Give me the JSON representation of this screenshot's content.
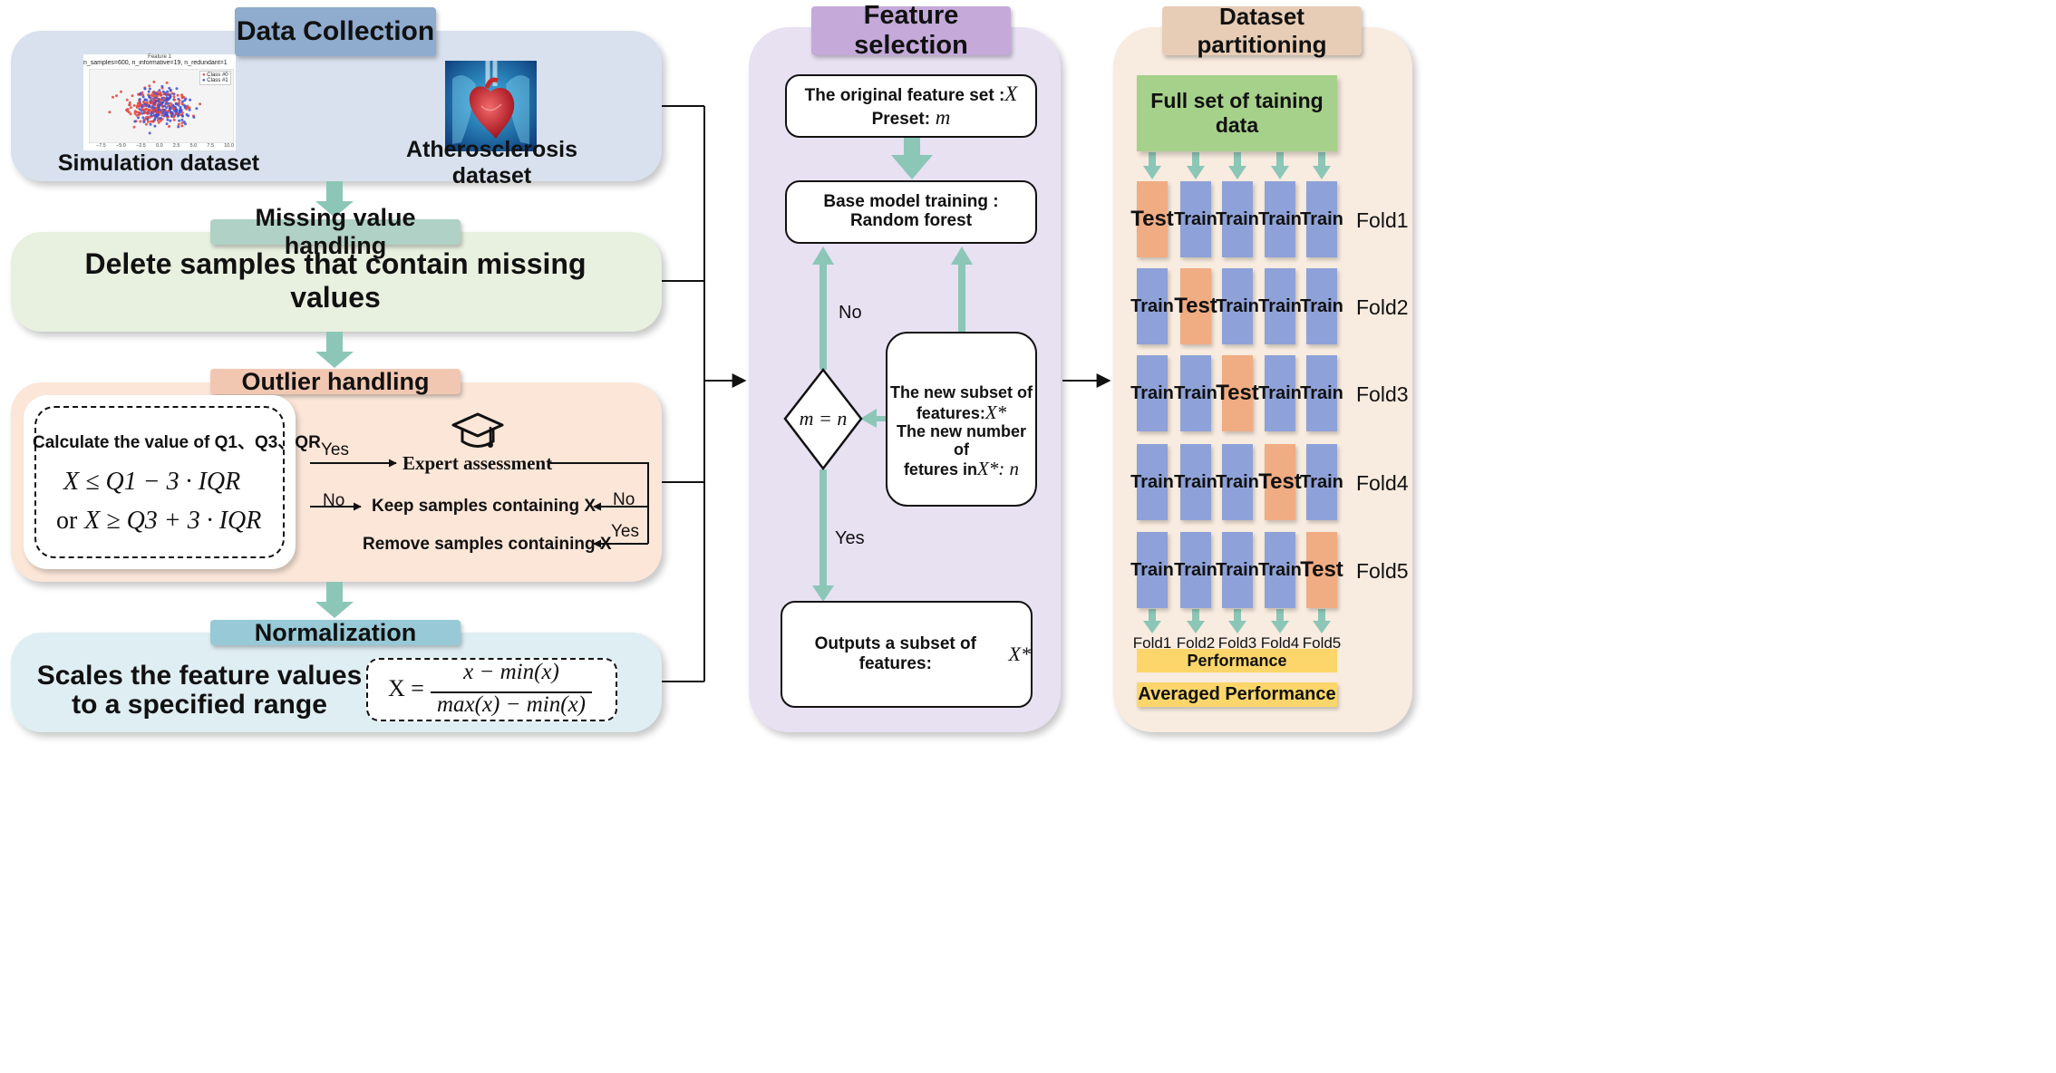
{
  "data_collection": {
    "title": "Data Collection",
    "simulation_label": "Simulation dataset",
    "athero_label": "Atherosclerosis dataset",
    "scatter": {
      "title": "Feature 1",
      "subtitle": "n_samples=600, n_informative=19, n_redundant=1",
      "legend": [
        "Class #0",
        "Class #1"
      ],
      "x_ticks": [
        "−7.5",
        "−5.0",
        "−2.5",
        "0.0",
        "2.5",
        "5.0",
        "7.5",
        "10.0"
      ],
      "colors": {
        "class0": "#e0463d",
        "class1": "#3e4fd6"
      }
    }
  },
  "missing": {
    "title": "Missing value handling",
    "text": "Delete samples that contain missing values"
  },
  "outlier": {
    "title": "Outlier handling",
    "calc_text": "Calculate the value of Q1、Q3、QR",
    "formula1": "X ≤ Q1 − 3 · IQR",
    "formula2_or": "or",
    "formula2": "X ≥ Q3 + 3 · IQR",
    "yes1": "Yes",
    "no1": "No",
    "expert": "Expert assessment",
    "keep": "Keep samples containing X",
    "remove": "Remove samples containing X",
    "no2": "No",
    "yes2": "Yes"
  },
  "normalization": {
    "title": "Normalization",
    "text_line1": "Scales the feature values",
    "text_line2": "to a specified range",
    "lhs": "X =",
    "numerator": "x − min(x)",
    "denominator": "max(x) − min(x)"
  },
  "feature_selection": {
    "title": "Feature selection",
    "original_line1": "The original feature set :",
    "original_var": "X",
    "preset": "Preset:",
    "preset_var": "m",
    "base_line1": "Base model training :",
    "base_line2": "Random forest",
    "diamond": "m = n",
    "no": "No",
    "yes": "Yes",
    "new_line1": "The new subset of",
    "new_line2": "features:",
    "new_var1": "X*",
    "new_line3": "The new number of",
    "new_line4": "fetures in",
    "new_var2": "X*",
    "new_var3": ": n",
    "output": "Outputs a subset of features:",
    "output_var": "X*"
  },
  "partitioning": {
    "title": "Dataset partitioning",
    "full_set": "Full set of taining data",
    "grid": [
      [
        "Test",
        "Train",
        "Train",
        "Train",
        "Train"
      ],
      [
        "Train",
        "Test",
        "Train",
        "Train",
        "Train"
      ],
      [
        "Train",
        "Train",
        "Test",
        "Train",
        "Train"
      ],
      [
        "Train",
        "Train",
        "Train",
        "Test",
        "Train"
      ],
      [
        "Train",
        "Train",
        "Train",
        "Train",
        "Test"
      ]
    ],
    "row_labels": [
      "Fold1",
      "Fold2",
      "Fold3",
      "Fold4",
      "Fold5"
    ],
    "bottom_labels": [
      "Fold1",
      "Fold2",
      "Fold3",
      "Fold4",
      "Fold5"
    ],
    "performance": "Performance",
    "averaged": "Averaged Performance"
  },
  "colors": {
    "teal_arrow": "#8cc6b6",
    "train": "#8ea2d9",
    "test": "#f0ac82",
    "green": "#a6d18a",
    "yellow": "#fcd66a"
  },
  "icons": [
    "heart-image",
    "graduation-cap-icon"
  ]
}
